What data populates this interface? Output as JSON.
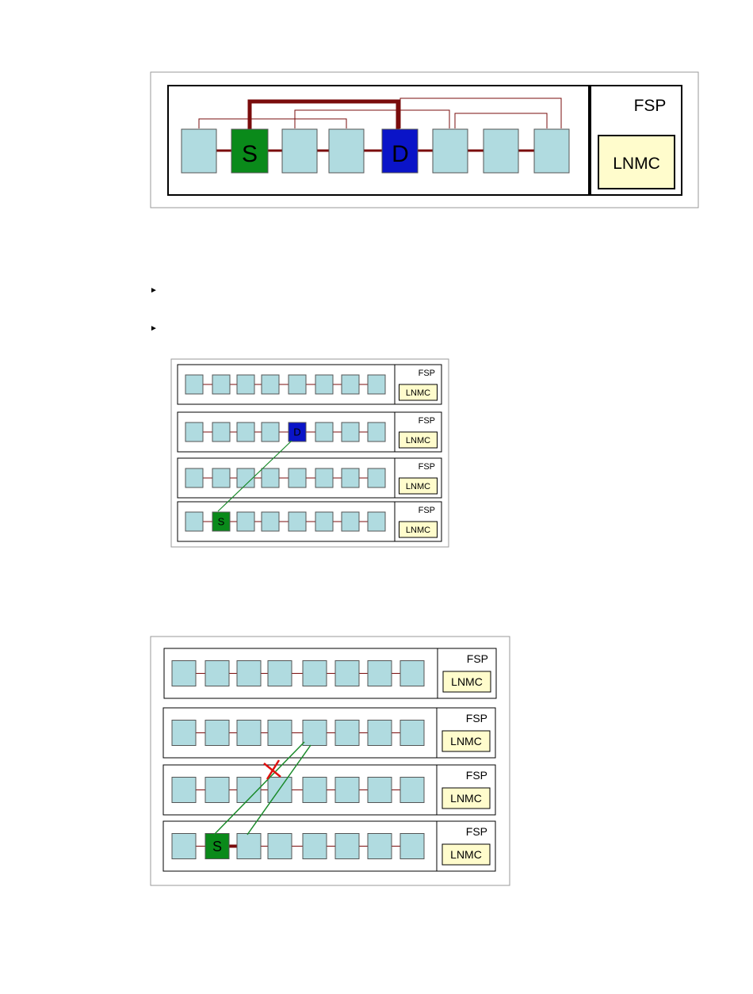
{
  "labels": {
    "fsp": "FSP",
    "lnmc": "LNMC",
    "source": "S",
    "destination": "D"
  },
  "bullets": [
    "►",
    "►"
  ],
  "colors": {
    "node_fill": "#b0dbe0",
    "source_fill": "#0a8a1a",
    "destination_fill": "#0a14c8",
    "link": "#7a0c0c",
    "route": "#1a8a2a",
    "cross": "#e01010",
    "lnmc_fill": "#fffccc"
  }
}
